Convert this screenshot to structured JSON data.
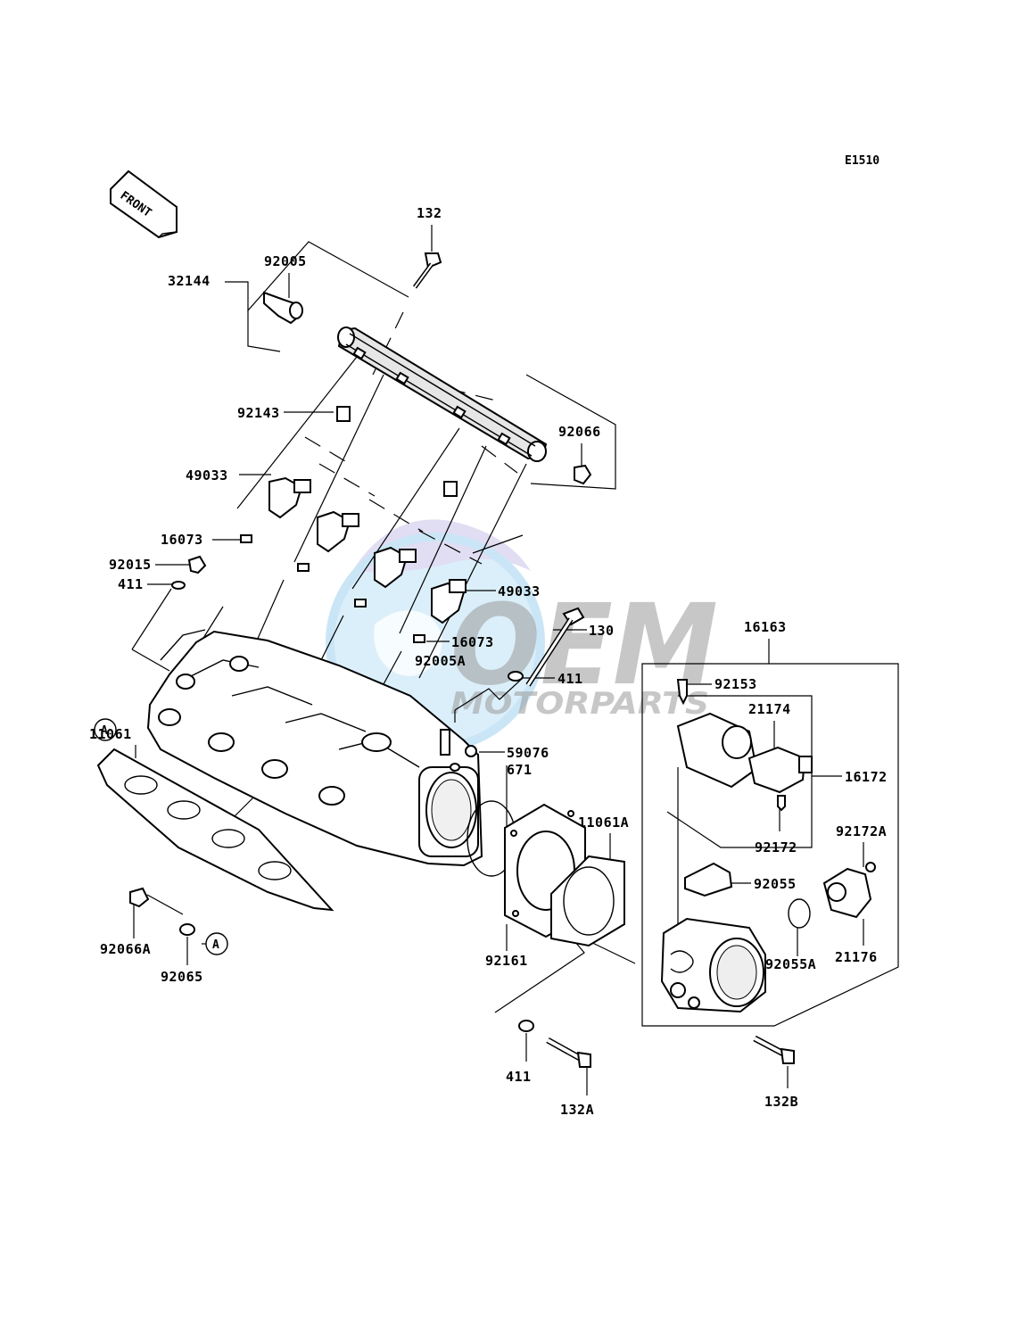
{
  "diagram_code": "E1510",
  "direction_badge": "FRONT",
  "watermark": {
    "brand": "OEM",
    "tagline": "MOTORPARTS"
  },
  "reference_marker": "A",
  "labels": {
    "p132": "132",
    "p92005": "92005",
    "p32144": "32144",
    "p92143": "92143",
    "p92066": "92066",
    "p49033a": "49033",
    "p16073a": "16073",
    "p92015": "92015",
    "p411a": "411",
    "p49033b": "49033",
    "p16073b": "16073",
    "p130": "130",
    "p92005A": "92005A",
    "p411b": "411",
    "p16163": "16163",
    "p92153": "92153",
    "p21174": "21174",
    "p59076": "59076",
    "p671": "671",
    "p11061": "11061",
    "p11061A": "11061A",
    "p16172": "16172",
    "p92172": "92172",
    "p92172A": "92172A",
    "p92055": "92055",
    "p92066A": "92066A",
    "p92065": "92065",
    "p92161": "92161",
    "p92055A": "92055A",
    "p21176": "21176",
    "p411c": "411",
    "p132A": "132A",
    "p132B": "132B"
  }
}
